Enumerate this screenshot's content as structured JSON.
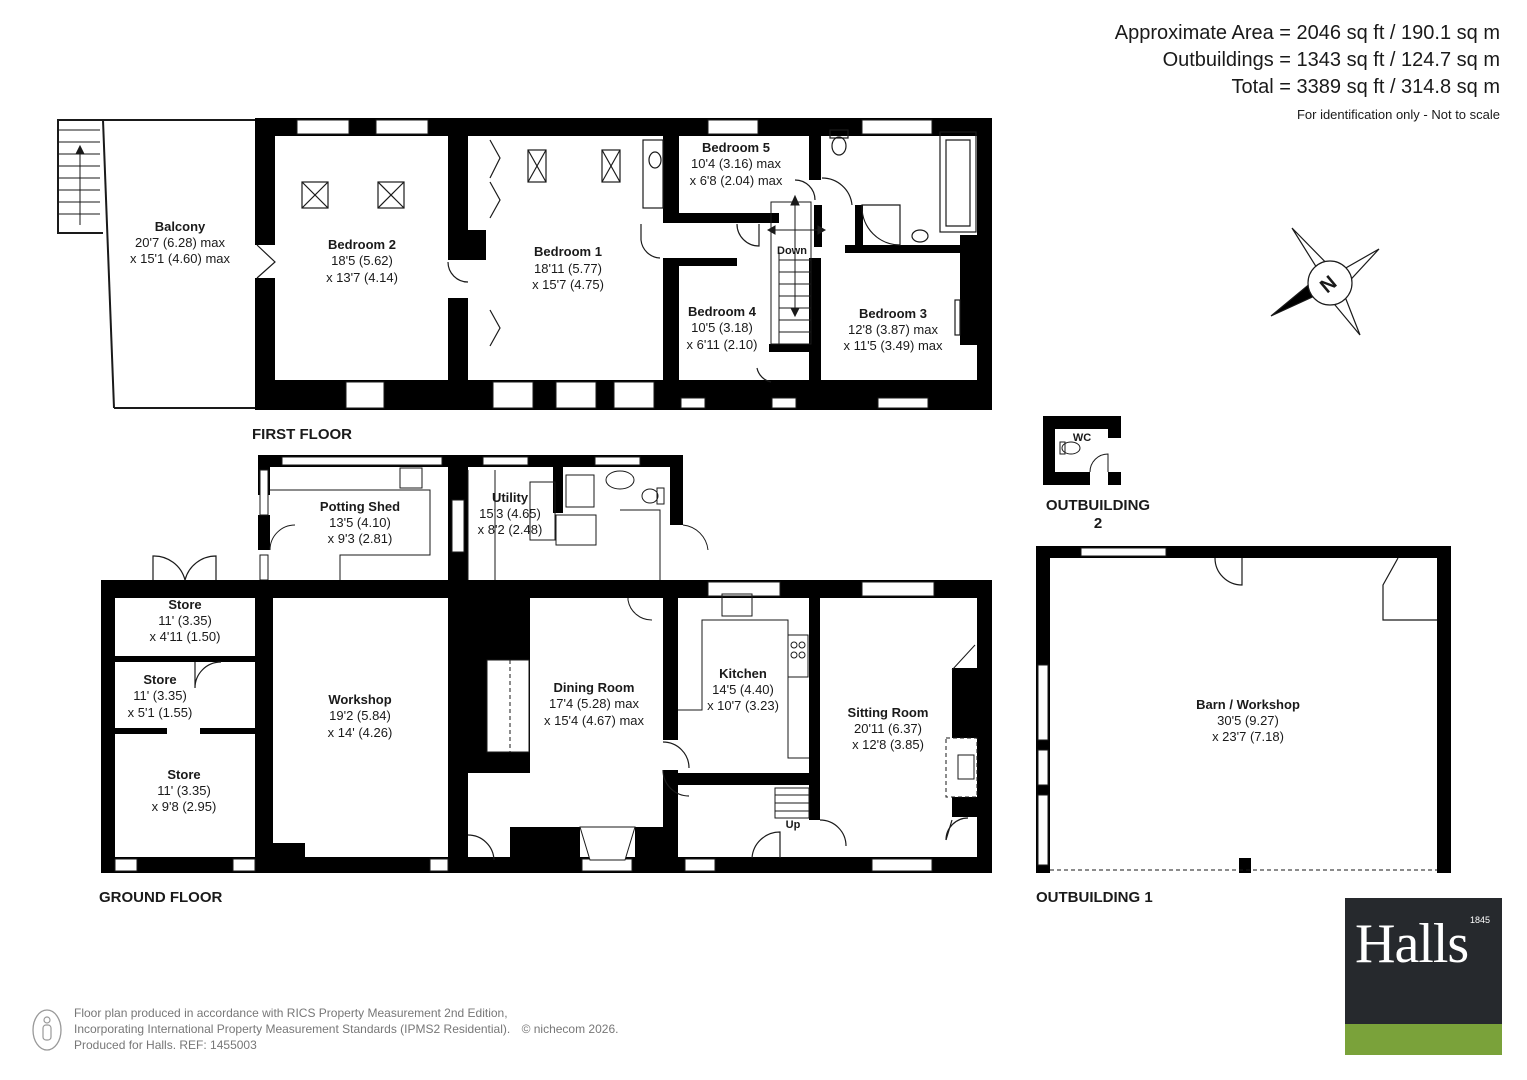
{
  "area": {
    "approximate": "Approximate Area = 2046 sq ft / 190.1 sq m",
    "outbuildings": "Outbuildings = 1343 sq ft / 124.7 sq m",
    "total": "Total = 3389 sq ft / 314.8 sq m",
    "note": "For identification only - Not to scale"
  },
  "floors": {
    "first": "FIRST FLOOR",
    "ground": "GROUND FLOOR",
    "outbuilding1": "OUTBUILDING 1",
    "outbuilding2_line1": "OUTBUILDING",
    "outbuilding2_line2": "2"
  },
  "rooms": {
    "balcony": {
      "name": "Balcony",
      "d1": "20'7 (6.28) max",
      "d2": "x 15'1 (4.60) max"
    },
    "bedroom2": {
      "name": "Bedroom 2",
      "d1": "18'5 (5.62)",
      "d2": "x 13'7 (4.14)"
    },
    "bedroom1": {
      "name": "Bedroom 1",
      "d1": "18'11 (5.77)",
      "d2": "x 15'7 (4.75)"
    },
    "bedroom5": {
      "name": "Bedroom 5",
      "d1": "10'4 (3.16) max",
      "d2": "x 6'8 (2.04) max"
    },
    "bedroom4": {
      "name": "Bedroom 4",
      "d1": "10'5 (3.18)",
      "d2": "x 6'11 (2.10)"
    },
    "bedroom3": {
      "name": "Bedroom 3",
      "d1": "12'8 (3.87) max",
      "d2": "x 11'5 (3.49) max"
    },
    "potting": {
      "name": "Potting Shed",
      "d1": "13'5 (4.10)",
      "d2": "x 9'3 (2.81)"
    },
    "utility": {
      "name": "Utility",
      "d1": "15'3 (4.65)",
      "d2": "x 8'2 (2.48)"
    },
    "store1": {
      "name": "Store",
      "d1": "11' (3.35)",
      "d2": "x 4'11 (1.50)"
    },
    "store2": {
      "name": "Store",
      "d1": "11' (3.35)",
      "d2": "x 5'1 (1.55)"
    },
    "store3": {
      "name": "Store",
      "d1": "11' (3.35)",
      "d2": "x 9'8 (2.95)"
    },
    "workshop": {
      "name": "Workshop",
      "d1": "19'2 (5.84)",
      "d2": "x 14' (4.26)"
    },
    "dining": {
      "name": "Dining Room",
      "d1": "17'4 (5.28) max",
      "d2": "x 15'4 (4.67) max"
    },
    "kitchen": {
      "name": "Kitchen",
      "d1": "14'5 (4.40)",
      "d2": "x 10'7 (3.23)"
    },
    "sitting": {
      "name": "Sitting Room",
      "d1": "20'11 (6.37)",
      "d2": "x 12'8 (3.85)"
    },
    "barn": {
      "name": "Barn / Workshop",
      "d1": "30'5 (9.27)",
      "d2": "x 23'7 (7.18)"
    },
    "wc": {
      "name": "WC"
    }
  },
  "labels": {
    "down": "Down",
    "up": "Up",
    "compass": "N"
  },
  "footer": {
    "line1": "Floor plan produced in accordance with RICS Property Measurement 2nd Edition,",
    "line2a": "Incorporating International Property Measurement Standards (IPMS2 Residential).",
    "line2b": "© nichecom 2026.",
    "line3": "Produced for Halls.   REF: 1455003"
  },
  "brand": {
    "name": "Halls",
    "year": "1845",
    "colors": {
      "panel": "#26292d",
      "bar": "#7aa23a"
    }
  }
}
